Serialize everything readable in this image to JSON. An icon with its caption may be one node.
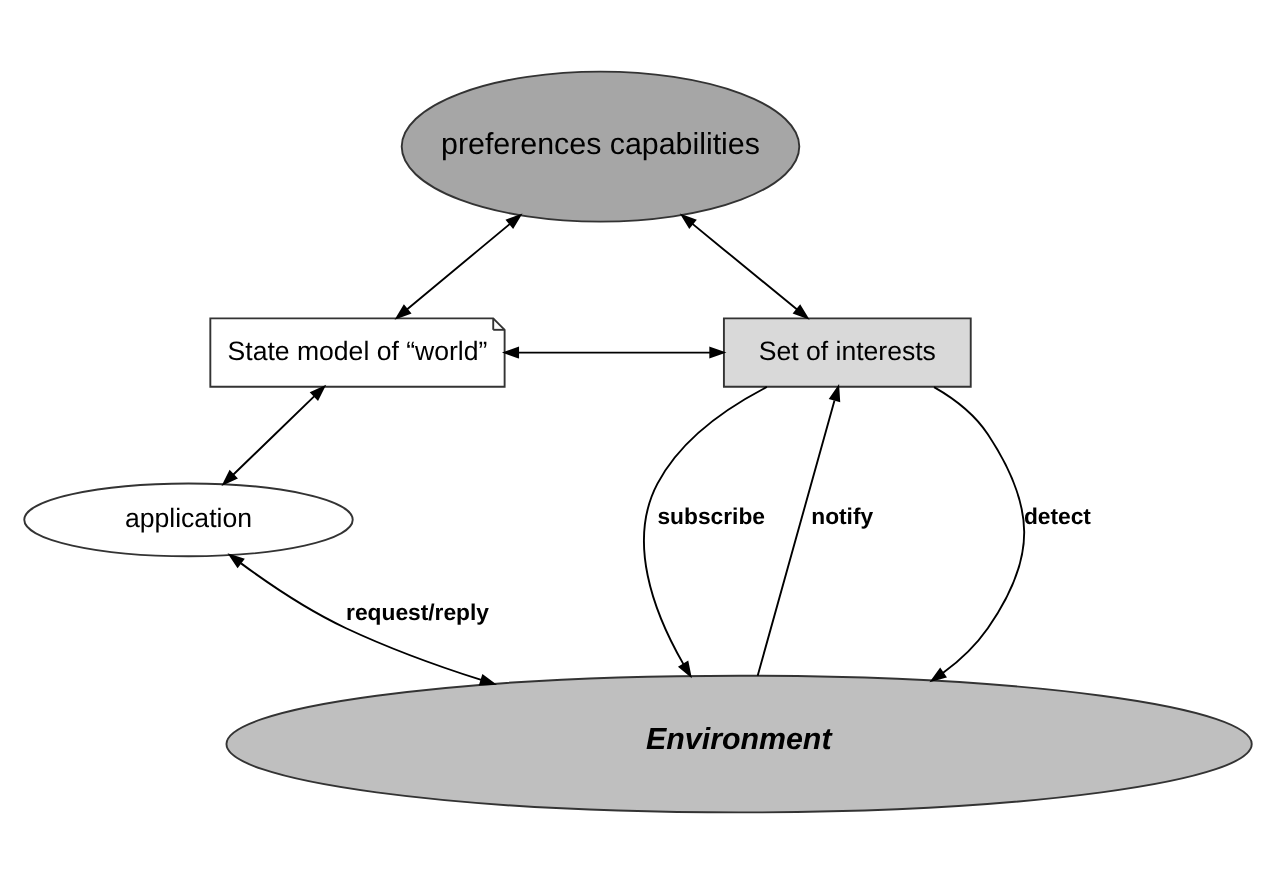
{
  "diagram": {
    "nodes": [
      {
        "text": [
          "preferences capabilities"
        ]
      },
      {
        "text": [
          "State model of “world”"
        ]
      },
      {
        "text": [
          "Set of interests"
        ]
      },
      {
        "text": [
          "application"
        ]
      },
      {
        "text": [
          "Environment"
        ]
      }
    ],
    "edges": [
      {
        "from": 1,
        "to": 0,
        "arrow": "both"
      },
      {
        "from": 0,
        "to": 2,
        "arrow": "both"
      },
      {
        "from": 1,
        "to": 2,
        "arrow": "both"
      },
      {
        "from": 1,
        "to": 3,
        "arrow": "both"
      },
      {
        "from": 3,
        "to": 4,
        "arrow": "both",
        "label": "request/reply"
      },
      {
        "from": 2,
        "to": 4,
        "arrow": "to",
        "label": "detect"
      },
      {
        "from": 2,
        "to": 4,
        "arrow": "to",
        "label": "subscribe"
      },
      {
        "from": 4,
        "to": 2,
        "arrow": "to",
        "label": "notify"
      }
    ]
  }
}
